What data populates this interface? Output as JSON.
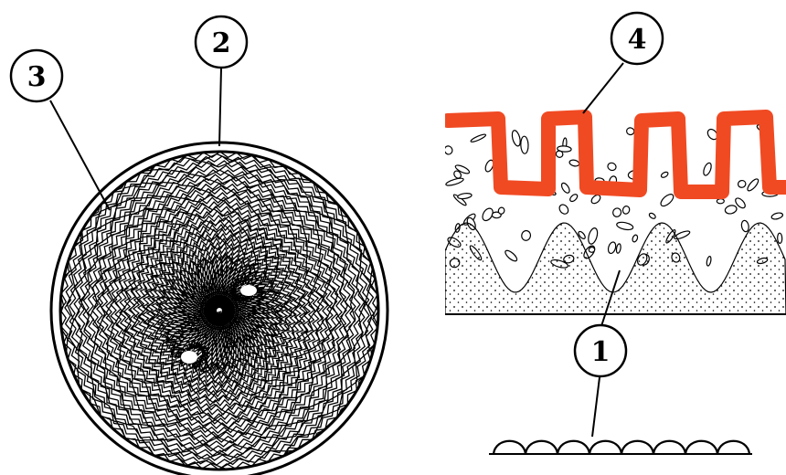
{
  "callouts": [
    {
      "id": "1",
      "label": "1"
    },
    {
      "id": "2",
      "label": "2"
    },
    {
      "id": "3",
      "label": "3"
    },
    {
      "id": "4",
      "label": "4"
    }
  ],
  "colors": {
    "ink": "#000000",
    "coating": "#f04a23",
    "background": "#ffffff"
  }
}
